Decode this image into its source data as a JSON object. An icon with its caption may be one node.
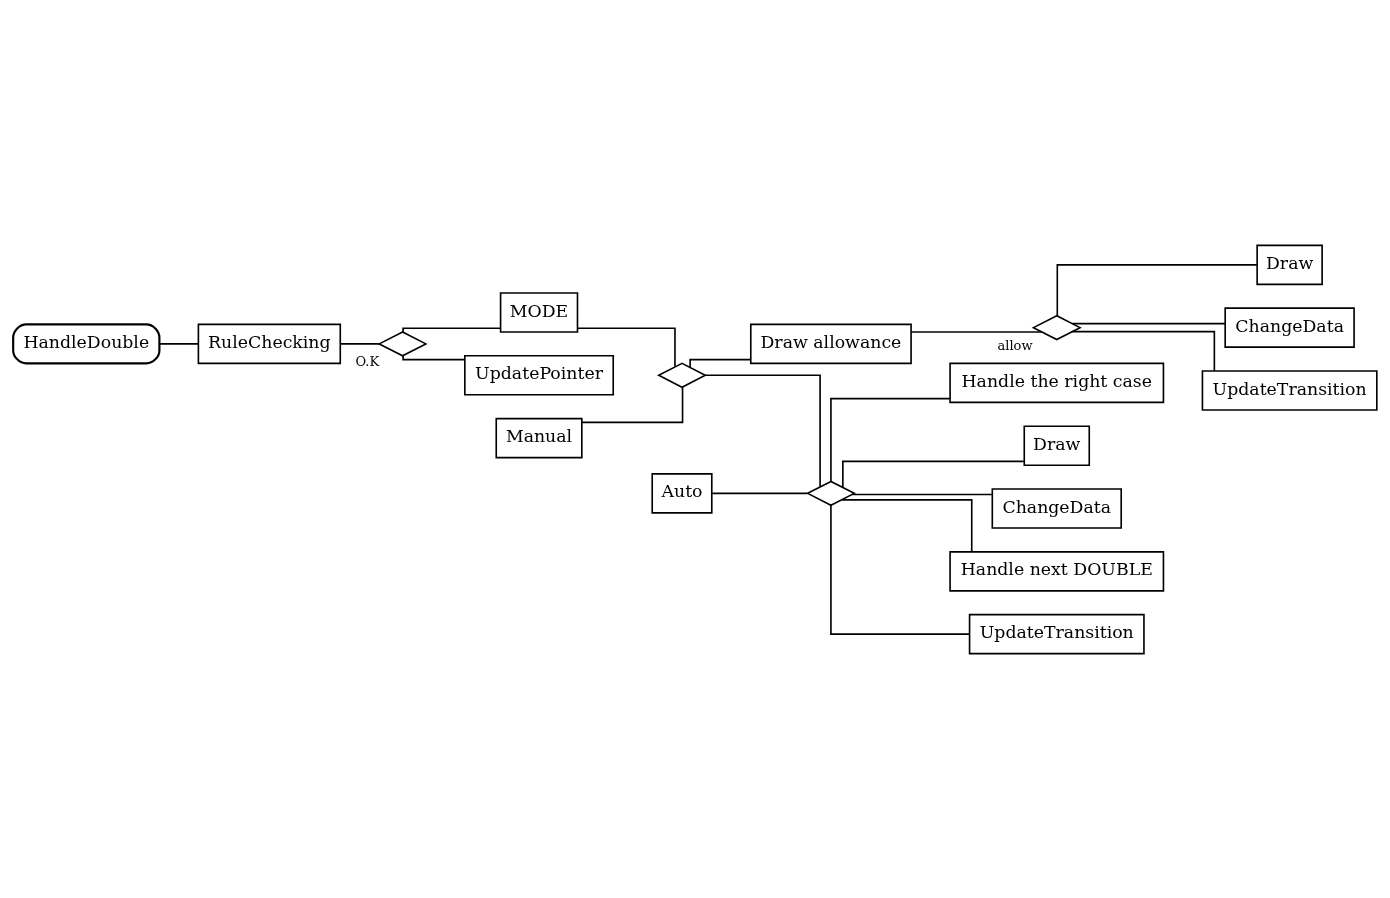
{
  "diagram": {
    "nodes": [
      {
        "text": [
          "HandleDouble"
        ]
      },
      {
        "text": [
          "RuleChecking"
        ]
      },
      {
        "text": [],
        "shape": "diamond",
        "beside": [
          "O.K"
        ]
      },
      {
        "text": [
          "MODE"
        ]
      },
      {
        "text": [
          "Manual"
        ]
      },
      {
        "text": [],
        "shape": "diamond"
      },
      {
        "text": [
          "Draw allowance"
        ]
      },
      {
        "text": [],
        "shape": "diamond",
        "beside": [
          "allow"
        ]
      },
      {
        "text": [
          "Draw"
        ]
      },
      {
        "text": [
          "ChangeData"
        ]
      },
      {
        "text": [
          "UpdateTransition"
        ]
      },
      {
        "text": [
          "Auto"
        ]
      },
      {
        "text": [],
        "shape": "diamond"
      },
      {
        "text": [
          "Handle the right case"
        ]
      },
      {
        "text": [
          "Draw"
        ]
      },
      {
        "text": [
          "ChangeData"
        ]
      },
      {
        "text": [
          "Handle next DOUBLE"
        ]
      },
      {
        "text": [
          "UpdateTransition"
        ]
      },
      {
        "text": [
          "UpdatePointer"
        ]
      }
    ],
    "edges": [
      {
        "from": 0,
        "to": 1,
        "arrow": "none"
      },
      {
        "from": 1,
        "to": 2,
        "arrow": "none"
      },
      {
        "from": 2,
        "to": 3,
        "arrow": "none"
      },
      {
        "from": 2,
        "to": 18,
        "arrow": "none"
      },
      {
        "from": 3,
        "to": 5,
        "arrow": "none"
      },
      {
        "from": 4,
        "to": 5,
        "arrow": "none"
      },
      {
        "from": 5,
        "to": 6,
        "arrow": "none"
      },
      {
        "from": 5,
        "to": 12,
        "arrow": "none"
      },
      {
        "from": 6,
        "to": 7,
        "arrow": "none"
      },
      {
        "from": 7,
        "to": 8,
        "arrow": "none"
      },
      {
        "from": 7,
        "to": 9,
        "arrow": "none"
      },
      {
        "from": 7,
        "to": 10,
        "arrow": "none"
      },
      {
        "from": 11,
        "to": 12,
        "arrow": "none"
      },
      {
        "from": 12,
        "to": 13,
        "arrow": "none"
      },
      {
        "from": 12,
        "to": 14,
        "arrow": "none"
      },
      {
        "from": 12,
        "to": 15,
        "arrow": "none"
      },
      {
        "from": 12,
        "to": 16,
        "arrow": "none"
      },
      {
        "from": 12,
        "to": 17,
        "arrow": "none"
      }
    ]
  }
}
